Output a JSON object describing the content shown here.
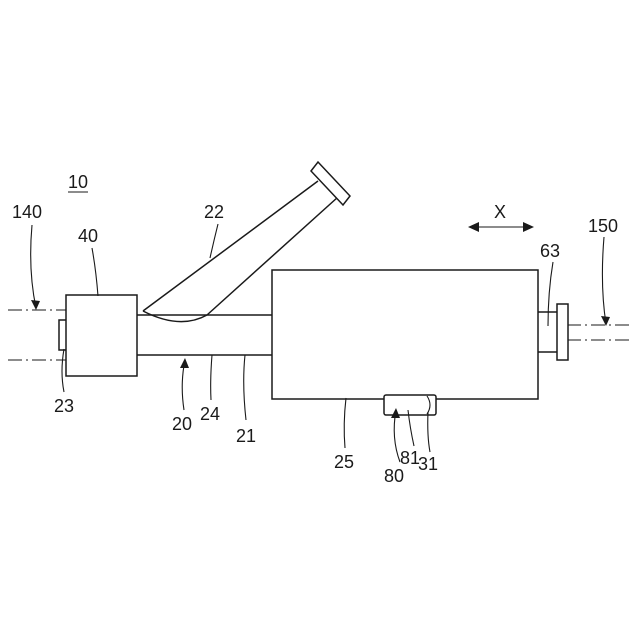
{
  "labels": {
    "fig_ref": "10",
    "l140": "140",
    "l40": "40",
    "l22": "22",
    "l23": "23",
    "l20": "20",
    "l24": "24",
    "l21": "21",
    "l25": "25",
    "l80": "80",
    "l81": "81",
    "l31": "31",
    "l63": "63",
    "l150": "150",
    "direction": "X"
  }
}
